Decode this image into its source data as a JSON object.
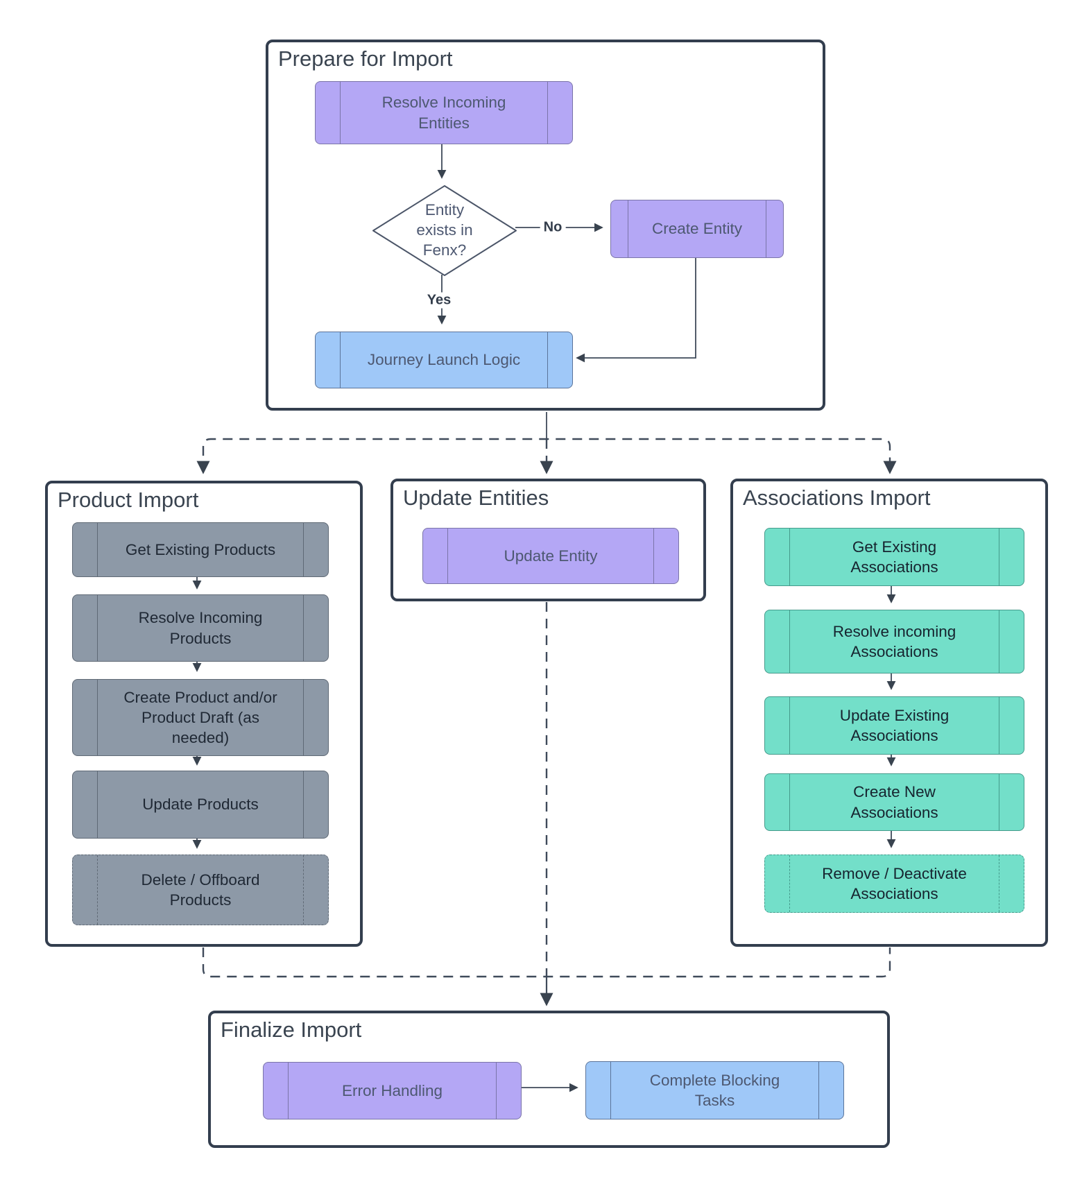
{
  "palette": {
    "purple": "#b4a7f5",
    "blue": "#9fc8f8",
    "gray": "#8d99a7",
    "teal": "#73dfc9",
    "container_border": "#333e4e",
    "line": "#3f4a5a",
    "background": "#ffffff"
  },
  "diagram": {
    "prepare": {
      "title": "Prepare for Import",
      "resolve_incoming_entities": "Resolve Incoming Entities",
      "decision": "Entity exists in Fenx?",
      "no_label": "No",
      "yes_label": "Yes",
      "create_entity": "Create Entity",
      "journey_launch_logic": "Journey Launch Logic"
    },
    "product_import": {
      "title": "Product Import",
      "steps": [
        {
          "label": "Get Existing Products",
          "style": "solid"
        },
        {
          "label": "Resolve Incoming Products",
          "style": "solid"
        },
        {
          "label": "Create Product and/or Product Draft (as needed)",
          "style": "solid"
        },
        {
          "label": "Update Products",
          "style": "solid"
        },
        {
          "label": "Delete / Offboard Products",
          "style": "dashed"
        }
      ]
    },
    "update_entities": {
      "title": "Update Entities",
      "steps": [
        {
          "label": "Update Entity",
          "style": "solid"
        }
      ]
    },
    "associations_import": {
      "title": "Associations Import",
      "steps": [
        {
          "label": "Get Existing Associations",
          "style": "solid"
        },
        {
          "label": "Resolve incoming Associations",
          "style": "solid"
        },
        {
          "label": "Update Existing Associations",
          "style": "solid"
        },
        {
          "label": "Create New Associations",
          "style": "solid"
        },
        {
          "label": "Remove / Deactivate Associations",
          "style": "dashed"
        }
      ]
    },
    "finalize_import": {
      "title": "Finalize Import",
      "error_handling": "Error Handling",
      "complete_blocking_tasks": "Complete Blocking Tasks"
    }
  }
}
